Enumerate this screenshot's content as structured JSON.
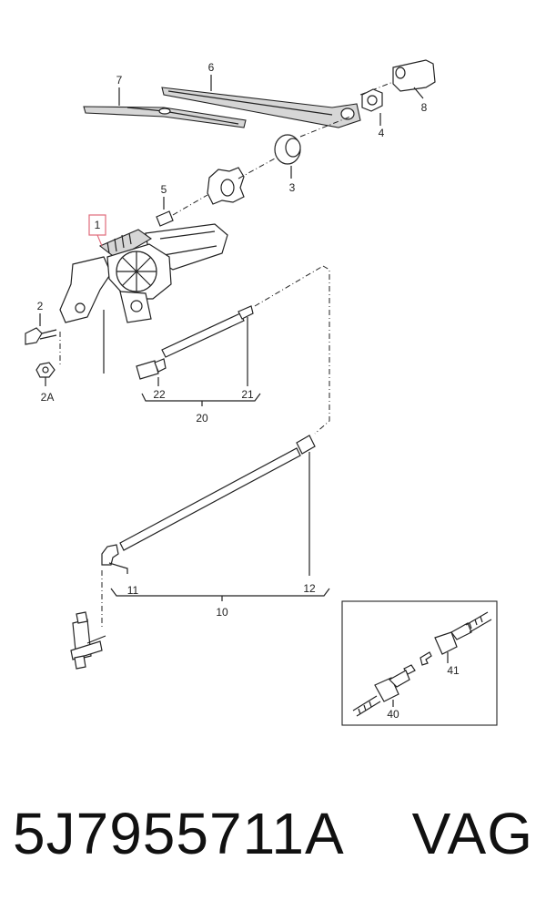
{
  "diagram": {
    "callouts": {
      "c1": "1",
      "c2": "2",
      "c2a": "2A",
      "c3": "3",
      "c4": "4",
      "c5": "5",
      "c6": "6",
      "c7": "7",
      "c8": "8",
      "c10": "10",
      "c11": "11",
      "c12": "12",
      "c20": "20",
      "c21": "21",
      "c22": "22",
      "c40": "40",
      "c41": "41"
    },
    "highlight_color": "#e06a7a"
  },
  "footer": {
    "part_number": "5J7955711A",
    "brand": "VAG"
  }
}
